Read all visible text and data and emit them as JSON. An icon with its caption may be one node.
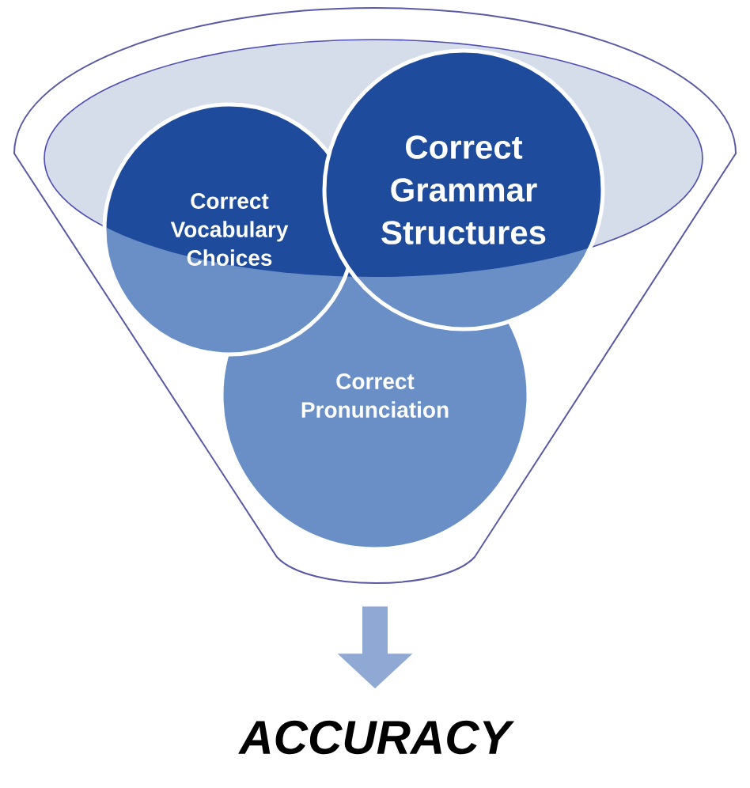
{
  "diagram": {
    "nodes": [
      {
        "text": [],
        "shape": "funnel"
      },
      {
        "text": [
          "Correct Vocabulary Choices"
        ],
        "in": 0
      },
      {
        "text": [
          "Correct Grammar Structures"
        ],
        "in": 0
      },
      {
        "text": [
          "Correct Pronunciation"
        ],
        "in": 0
      },
      {
        "text": [
          "ACCURACY"
        ]
      }
    ],
    "edges": [
      {
        "from": 0,
        "to": 4,
        "arrow": "to"
      }
    ]
  }
}
